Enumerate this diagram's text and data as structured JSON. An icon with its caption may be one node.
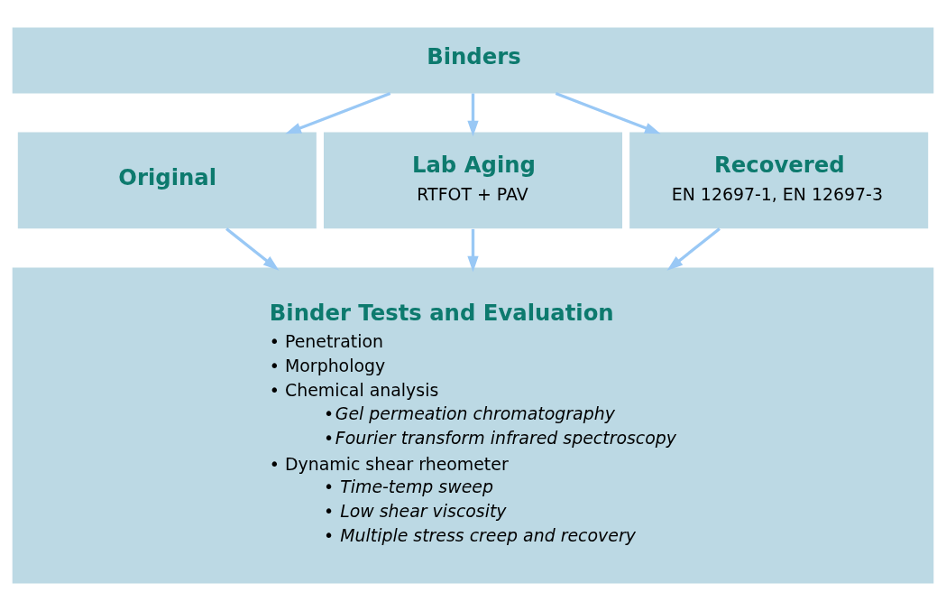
{
  "diagram": {
    "nodes": [
      {
        "text": [
          "Binders"
        ]
      },
      {
        "text": [
          "Original"
        ]
      },
      {
        "text": [
          "Lab Aging",
          "RTFOT + PAV"
        ]
      },
      {
        "text": [
          "Recovered",
          "EN 12697-1, EN 12697-3"
        ]
      },
      {
        "text": [
          "Binder Tests and Evaluation",
          "• Penetration",
          "• Morphology",
          "• Chemical analysis",
          "•*Gel permeation chromatography*",
          "•*Fourier transform infrared spectroscopy*",
          "• Dynamic shear rheometer",
          "• *Time-temp sweep*",
          "• *Low shear viscosity*",
          "• *Multiple stress creep and recovery*"
        ]
      }
    ],
    "edges": [
      {
        "from": 0,
        "to": 1,
        "arrow": "to"
      },
      {
        "from": 0,
        "to": 2,
        "arrow": "to"
      },
      {
        "from": 0,
        "to": 3,
        "arrow": "to"
      },
      {
        "from": 1,
        "to": 4,
        "arrow": "to"
      },
      {
        "from": 2,
        "to": 4,
        "arrow": "to"
      },
      {
        "from": 3,
        "to": 4,
        "arrow": "to"
      }
    ]
  }
}
